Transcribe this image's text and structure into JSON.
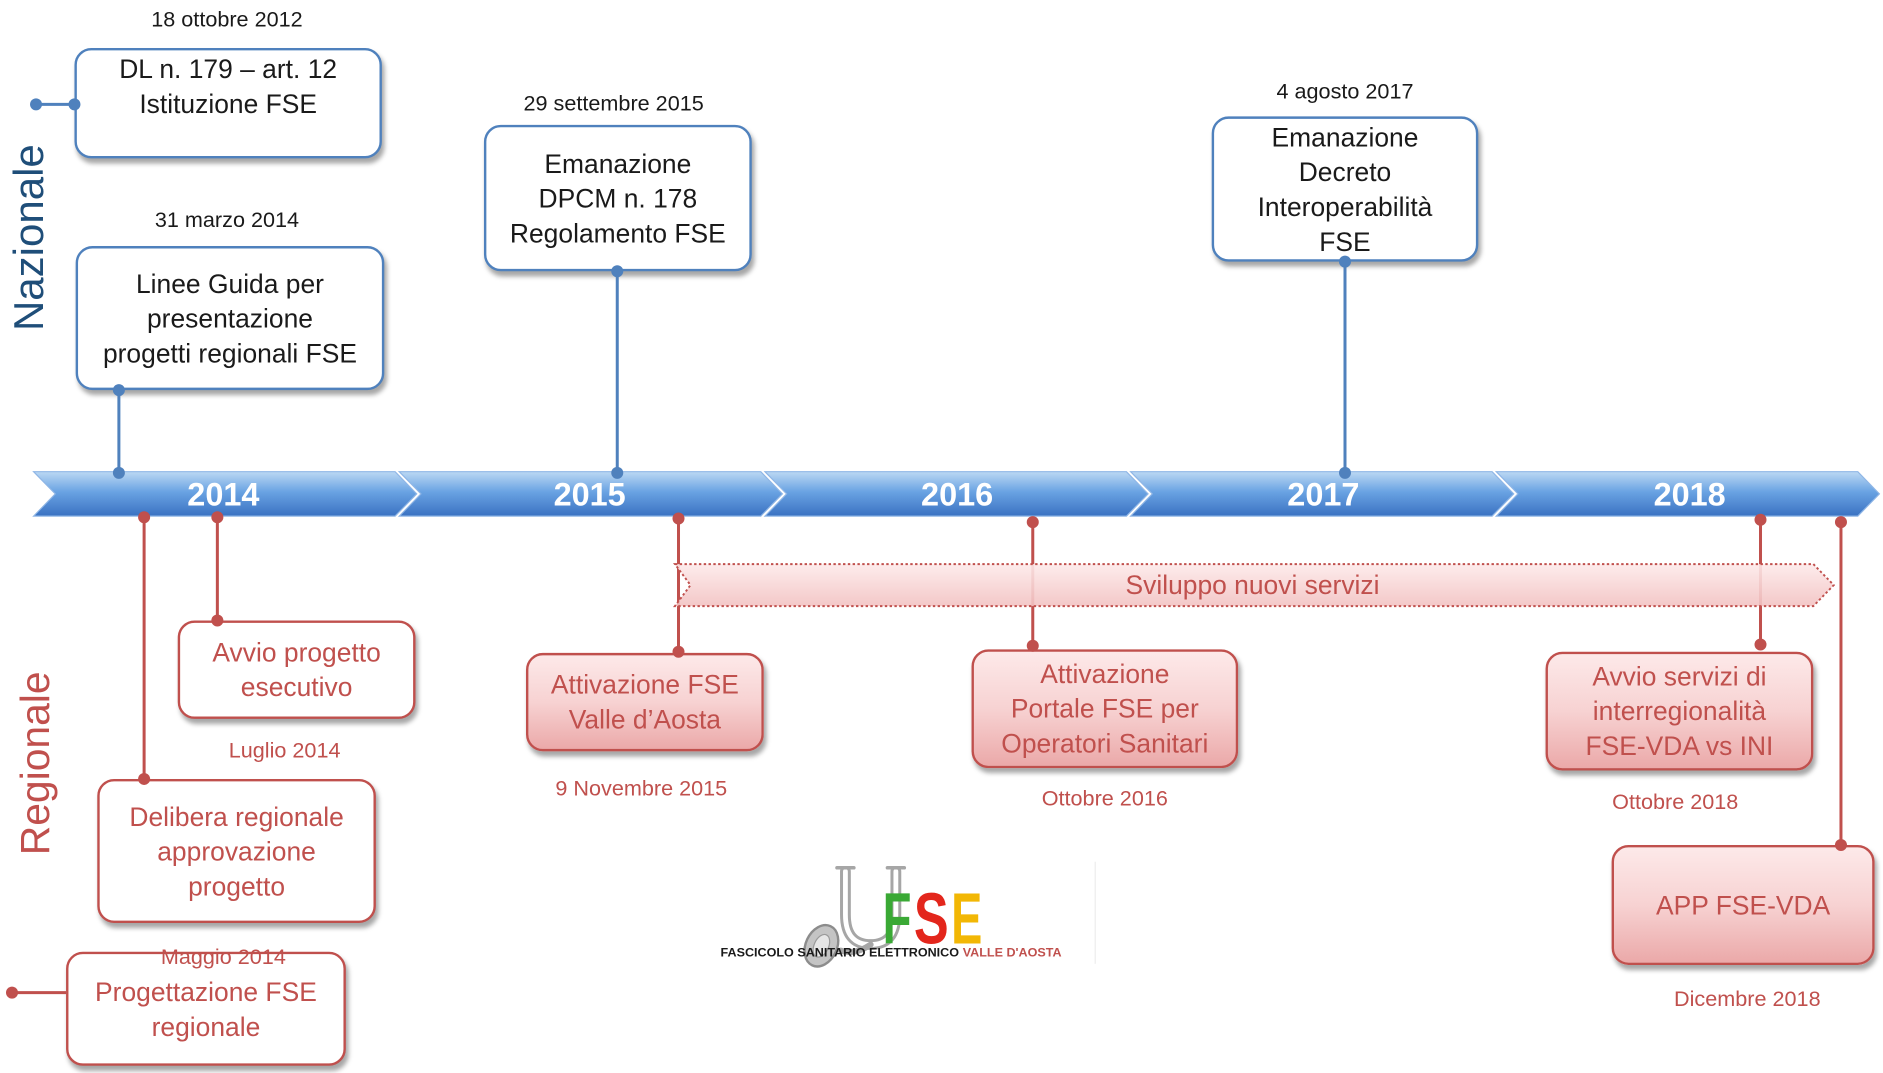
{
  "side_labels": {
    "national": "Nazionale",
    "regional": "Regionale"
  },
  "timeline": {
    "years": [
      "2014",
      "2015",
      "2016",
      "2017",
      "2018"
    ]
  },
  "national_events": [
    {
      "date": "18 ottobre 2012",
      "lines": [
        "DL n. 179 – art. 12",
        "Istituzione FSE"
      ]
    },
    {
      "date": "31 marzo 2014",
      "lines": [
        "Linee Guida per",
        "presentazione",
        "progetti regionali FSE"
      ]
    },
    {
      "date": "29 settembre 2015",
      "lines": [
        "Emanazione",
        "DPCM n. 178",
        "Regolamento FSE"
      ]
    },
    {
      "date": "4 agosto 2017",
      "lines": [
        "Emanazione",
        "Decreto",
        "Interoperabilità",
        "FSE"
      ]
    }
  ],
  "regional_events": [
    {
      "lines": [
        "Progettazione FSE",
        "regionale"
      ]
    },
    {
      "date": "Maggio 2014",
      "lines": [
        "Delibera regionale",
        "approvazione",
        "progetto"
      ]
    },
    {
      "date": "Luglio 2014",
      "lines": [
        "Avvio progetto",
        "esecutivo"
      ]
    },
    {
      "date": "9 Novembre 2015",
      "lines": [
        "Attivazione FSE",
        "Valle d’Aosta"
      ]
    },
    {
      "date": "Ottobre 2016",
      "lines": [
        "Attivazione",
        "Portale FSE per",
        "Operatori Sanitari"
      ]
    },
    {
      "date": "Ottobre 2018",
      "lines": [
        "Avvio servizi di",
        "interregionalità",
        "FSE-VDA vs INI"
      ]
    },
    {
      "date": "Dicembre 2018",
      "lines": [
        "APP FSE-VDA"
      ]
    }
  ],
  "ongoing_bar": {
    "label": "Sviluppo nuovi servizi"
  },
  "logo": {
    "letters": [
      "F",
      "S",
      "E"
    ],
    "caption": "FASCICOLO SANITARIO ELETTRONICO",
    "caption_region": "VALLE D'AOSTA"
  },
  "colors": {
    "national": "#4f81bd",
    "national_label": "#1f4e79",
    "regional": "#c0504d",
    "timeline": "#4a86d4",
    "logo_f": "#3aa935",
    "logo_s": "#e3261c",
    "logo_e": "#f2b705",
    "stethoscope": "#a6a6a6"
  }
}
